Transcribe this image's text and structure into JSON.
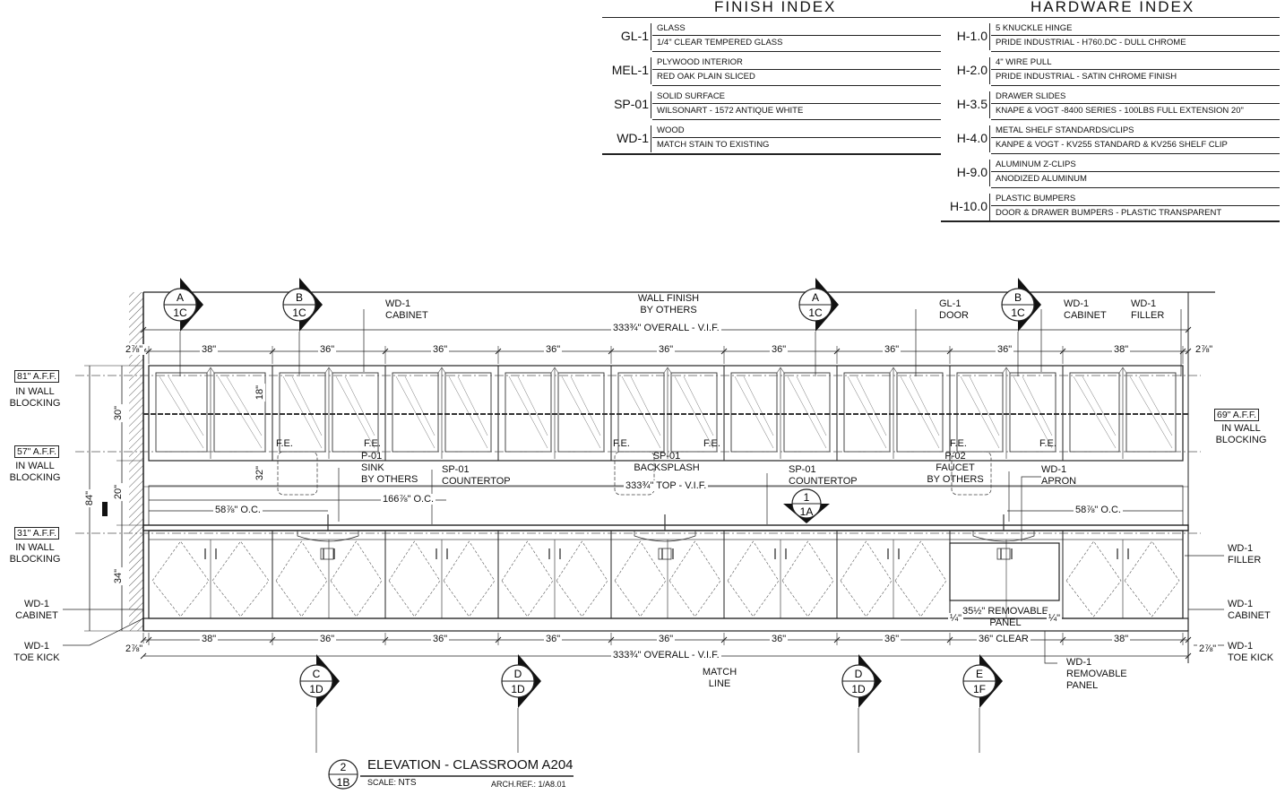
{
  "finish_index": {
    "title": "FINISH INDEX",
    "items": [
      {
        "code": "GL-1",
        "line1": "GLASS",
        "line2": "1/4\" CLEAR TEMPERED GLASS"
      },
      {
        "code": "MEL-1",
        "line1": "PLYWOOD INTERIOR",
        "line2": "RED OAK PLAIN SLICED"
      },
      {
        "code": "SP-01",
        "line1": "SOLID SURFACE",
        "line2": "WILSONART - 1572 ANTIQUE WHITE"
      },
      {
        "code": "WD-1",
        "line1": "WOOD",
        "line2": "MATCH STAIN TO EXISTING"
      }
    ]
  },
  "hardware_index": {
    "title": "HARDWARE INDEX",
    "items": [
      {
        "code": "H-1.0",
        "line1": "5 KNUCKLE HINGE",
        "line2": "PRIDE INDUSTRIAL - H760.DC - DULL CHROME"
      },
      {
        "code": "H-2.0",
        "line1": "4\" WIRE PULL",
        "line2": "PRIDE INDUSTRIAL - SATIN CHROME FINISH"
      },
      {
        "code": "H-3.5",
        "line1": "DRAWER SLIDES",
        "line2": "KNAPE & VOGT -8400 SERIES - 100LBS FULL EXTENSION 20\""
      },
      {
        "code": "H-4.0",
        "line1": "METAL SHELF STANDARDS/CLIPS",
        "line2": "KANPE & VOGT - KV255 STANDARD & KV256 SHELF CLIP"
      },
      {
        "code": "H-9.0",
        "line1": "ALUMINUM Z-CLIPS",
        "line2": "ANODIZED ALUMINUM"
      },
      {
        "code": "H-10.0",
        "line1": "PLASTIC BUMPERS",
        "line2": "DOOR & DRAWER BUMPERS - PLASTIC TRANSPARENT"
      }
    ]
  },
  "section_tags_top": [
    {
      "letter": "A",
      "sheet": "1C"
    },
    {
      "letter": "B",
      "sheet": "1C"
    },
    {
      "letter": "A",
      "sheet": "1C"
    },
    {
      "letter": "B",
      "sheet": "1C"
    }
  ],
  "section_tags_bottom": [
    {
      "letter": "C",
      "sheet": "1D"
    },
    {
      "letter": "D",
      "sheet": "1D"
    },
    {
      "letter": "D",
      "sheet": "1D"
    },
    {
      "letter": "E",
      "sheet": "1F"
    }
  ],
  "detail_tag": {
    "number": "1",
    "sheet": "1A"
  },
  "title_tag": {
    "number": "2",
    "sheet": "1B"
  },
  "notes": {
    "wall_finish": "WALL FINISH\nBY OTHERS",
    "wd1_cabinet_top_left": "WD-1\nCABINET",
    "gl1_door": "GL-1\nDOOR",
    "wd1_cabinet_top_right": "WD-1\nCABINET",
    "wd1_filler_top": "WD-1\nFILLER",
    "fe": "F.E.",
    "p01_sink": "P-01\nSINK\nBY OTHERS",
    "sp01_countertop_left": "SP-01\nCOUNTERTOP",
    "sp01_backsplash": "SP-01\nBACKSPLASH",
    "sp01_countertop_right": "SP-01\nCOUNTERTOP",
    "p02_faucet": "P-02\nFAUCET\nBY OTHERS",
    "wd1_apron": "WD-1\nAPRON",
    "wd1_filler_right": "WD-1\nFILLER",
    "wd1_cabinet_right": "WD-1\nCABINET",
    "wd1_toekick_right": "WD-1\nTOE KICK",
    "wd1_cabinet_left": "WD-1\nCABINET",
    "wd1_toekick_left": "WD-1\nTOE KICK",
    "in_wall_blocking": "IN WALL\nBLOCKING",
    "match_line": "MATCH\nLINE",
    "removable_panel_note": "WD-1\nREMOVABLE\nPANEL",
    "removable_panel_dim": "35½\" REMOVABLE\nPANEL",
    "clear_36": "36\" CLEAR"
  },
  "elevations": {
    "aff_81": "81\" A.F.F.",
    "aff_57": "57\" A.F.F.",
    "aff_31": "31\" A.F.F.",
    "aff_69": "69\" A.F.F."
  },
  "dimensions": {
    "overall": "333¾\" OVERALL - V.I.F.",
    "top_vif": "333¾\" TOP - V.I.F.",
    "oc_1665": "166⅞\" O.C.",
    "oc_left": "58⅞\" O.C.",
    "oc_right": "58⅞\" O.C.",
    "end_left": "2⅞\"",
    "end_right": "2⅞\"",
    "quarter": "¼\"",
    "h30": "30\"",
    "h20": "20\"",
    "h34": "34\"",
    "h84": "84\"",
    "h18": "18\"",
    "h32": "32\"",
    "upper_widths": [
      "38\"",
      "36\"",
      "36\"",
      "36\"",
      "36\"",
      "36\"",
      "36\"",
      "36\"",
      "38\""
    ],
    "lower_widths": [
      "38\"",
      "36\"",
      "36\"",
      "36\"",
      "36\"",
      "36\"",
      "36\"",
      "36\"",
      "38\""
    ]
  },
  "title_block": {
    "title": "ELEVATION - CLASSROOM A204",
    "scale_label": "SCALE:",
    "scale_value": "NTS",
    "arch_ref_label": "ARCH.REF.:",
    "arch_ref_value": "1/A8.01"
  }
}
